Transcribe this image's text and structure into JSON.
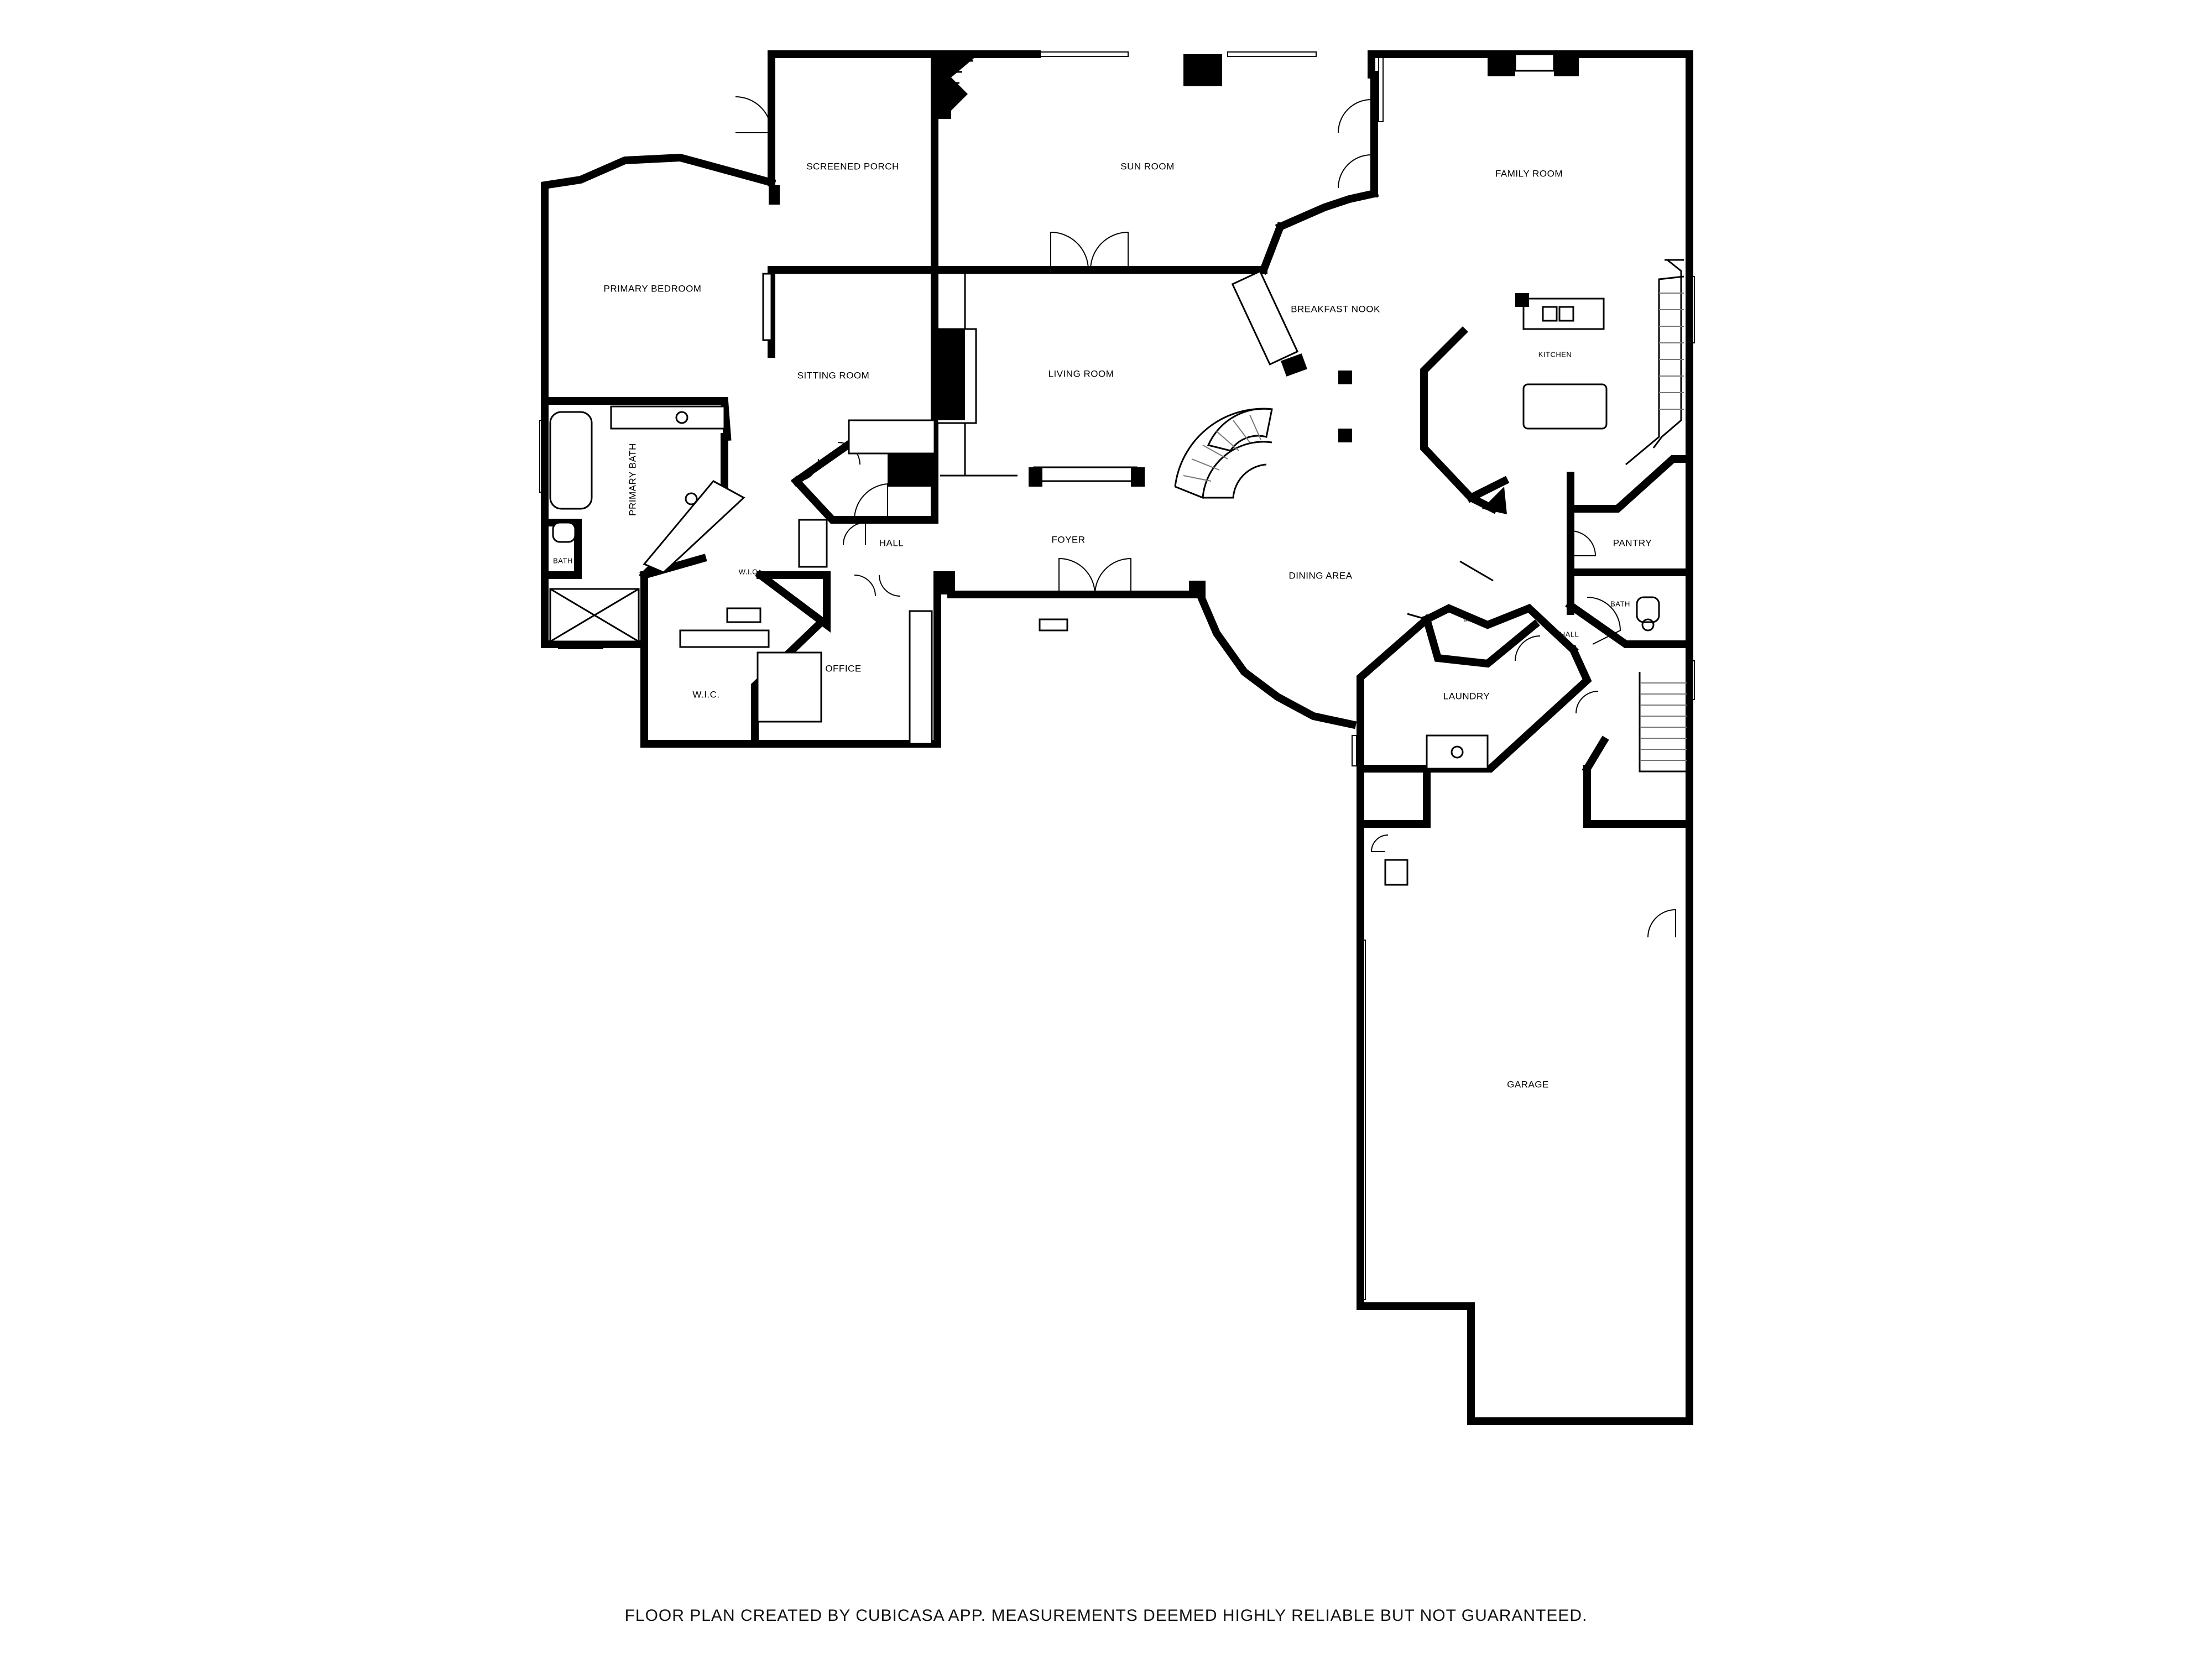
{
  "rooms": {
    "screened_porch": "SCREENED PORCH",
    "sun_room": "SUN ROOM",
    "family_room": "FAMILY ROOM",
    "primary_bedroom": "PRIMARY BEDROOM",
    "breakfast_nook": "BREAKFAST NOOK",
    "kitchen": "KITCHEN",
    "sitting_room": "SITTING ROOM",
    "living_room": "LIVING ROOM",
    "primary_bath": "PRIMARY BATH",
    "bath_left": "BATH",
    "wic_upper": "W.I.C.",
    "hall_left": "HALL",
    "foyer": "FOYER",
    "dining_area": "DINING AREA",
    "pantry": "PANTRY",
    "bath_right": "BATH",
    "bar": "BAR",
    "hall_right": "HALL",
    "wic_lower": "W.I.C.",
    "office": "OFFICE",
    "laundry": "LAUNDRY",
    "garage": "GARAGE"
  },
  "caption": "FLOOR PLAN CREATED BY CUBICASA APP. MEASUREMENTS DEEMED HIGHLY RELIABLE BUT NOT GUARANTEED."
}
